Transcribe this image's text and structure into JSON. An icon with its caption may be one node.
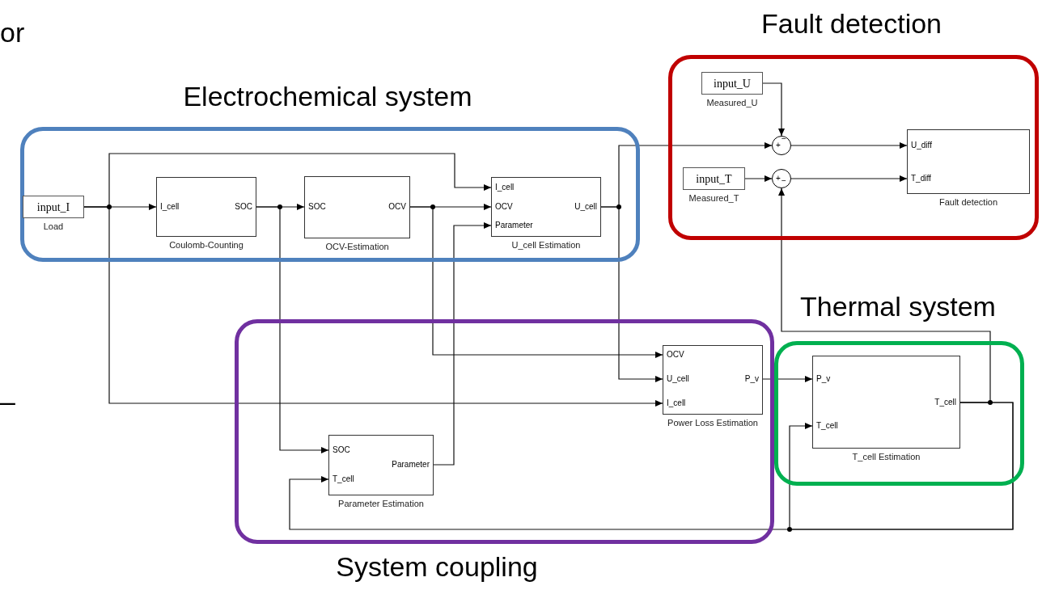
{
  "diagram": {
    "nodes": [
      {
        "text": [
          "Electrochemical system"
        ]
      },
      {
        "text": [
          "input_I"
        ],
        "in": 0,
        "beside": [
          "Load"
        ]
      },
      {
        "text": [
          "I_cell",
          "SOC"
        ],
        "in": 0,
        "beside": [
          "Coulomb-Counting"
        ]
      },
      {
        "text": [
          "SOC",
          "OCV"
        ],
        "in": 0,
        "beside": [
          "OCV-Estimation"
        ]
      },
      {
        "text": [
          "I_cell",
          "OCV",
          "Parameter",
          "U_cell"
        ],
        "in": 0,
        "beside": [
          "U_cell Estimation"
        ]
      },
      {
        "text": [
          "Fault detection"
        ]
      },
      {
        "text": [
          "input_U"
        ],
        "in": 5,
        "beside": [
          "Measured_U"
        ]
      },
      {
        "text": [
          "+",
          "−"
        ],
        "in": 5
      },
      {
        "text": [
          "input_T"
        ],
        "in": 5,
        "beside": [
          "Measured_T"
        ]
      },
      {
        "text": [
          "+",
          "−"
        ],
        "in": 5
      },
      {
        "text": [
          "U_diff",
          "T_diff"
        ],
        "in": 5,
        "beside": [
          "Fault detection"
        ]
      },
      {
        "text": [
          "System coupling"
        ]
      },
      {
        "text": [
          "OCV",
          "U_cell",
          "I_cell",
          "P_v"
        ],
        "in": 11,
        "beside": [
          "Power Loss Estimation"
        ]
      },
      {
        "text": [
          "SOC",
          "T_cell",
          "Parameter"
        ],
        "in": 11,
        "beside": [
          "Parameter Estimation"
        ]
      },
      {
        "text": [
          "Thermal system"
        ]
      },
      {
        "text": [
          "P_v",
          "T_cell",
          "T_cell"
        ],
        "in": 14,
        "beside": [
          "T_cell Estimation"
        ]
      }
    ],
    "edges": [
      {
        "from": 1,
        "to": 2,
        "arrow": "to"
      },
      {
        "from": 1,
        "to": 4,
        "arrow": "to"
      },
      {
        "from": 1,
        "to": 12,
        "arrow": "to"
      },
      {
        "from": 2,
        "to": 3,
        "arrow": "to"
      },
      {
        "from": 2,
        "to": 13,
        "arrow": "to"
      },
      {
        "from": 3,
        "to": 4,
        "arrow": "to"
      },
      {
        "from": 3,
        "to": 12,
        "arrow": "to"
      },
      {
        "from": 13,
        "to": 4,
        "arrow": "to"
      },
      {
        "from": 4,
        "to": 7,
        "arrow": "to"
      },
      {
        "from": 4,
        "to": 12,
        "arrow": "to"
      },
      {
        "from": 6,
        "to": 7,
        "arrow": "to"
      },
      {
        "from": 8,
        "to": 9,
        "arrow": "to"
      },
      {
        "from": 7,
        "to": 10,
        "arrow": "to"
      },
      {
        "from": 9,
        "to": 10,
        "arrow": "to"
      },
      {
        "from": 12,
        "to": 15,
        "arrow": "to"
      },
      {
        "from": 15,
        "to": 9,
        "arrow": "to"
      },
      {
        "from": 15,
        "to": 15,
        "arrow": "to"
      },
      {
        "from": 15,
        "to": 13,
        "arrow": "to"
      }
    ],
    "labels": [
      "or",
      "–"
    ]
  }
}
